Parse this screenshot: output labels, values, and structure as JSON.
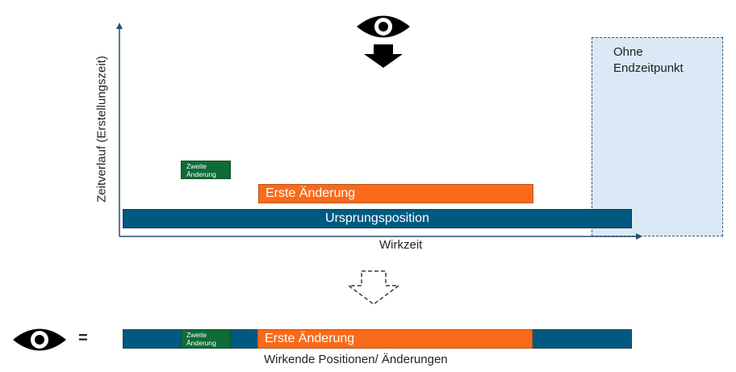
{
  "diagram": {
    "axes": {
      "y_label": "Zeitverlauf (Erstellungszeit)",
      "x_label": "Wirkzeit"
    },
    "ohne_endzeitpunkt": "Ohne\nEndzeitpunkt",
    "bars": {
      "ursprung": "Ursprungsposition",
      "erste": "Erste Änderung",
      "zweite": "Zweite\nÄnderung"
    },
    "icons": [
      "eye-icon",
      "down-arrow-icon",
      "dashed-down-arrow-icon"
    ]
  },
  "result": {
    "equals": "=",
    "erste": "Erste Änderung",
    "zweite": "Zweite\nÄnderung",
    "caption": "Wirkende Positionen/ Änderungen"
  },
  "colors": {
    "ursprung": "#005a80",
    "erste": "#f96a1b",
    "zweite": "#0f6b37",
    "ohne_box": "#dbe9f6"
  }
}
